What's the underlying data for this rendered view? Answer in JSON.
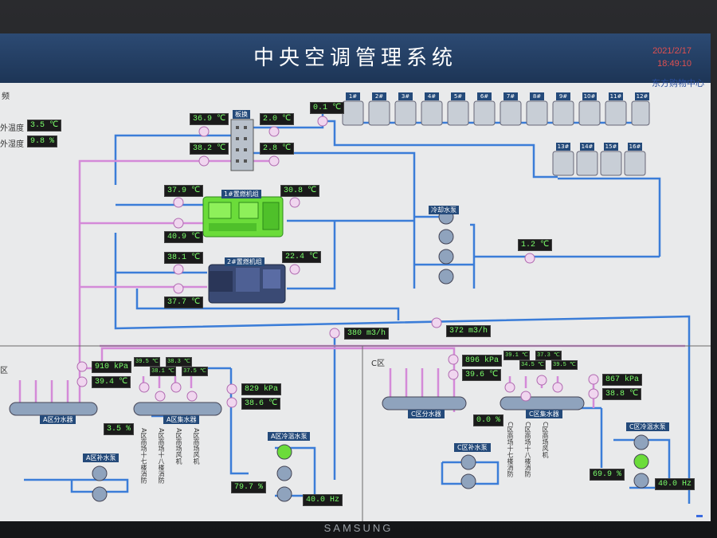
{
  "header": {
    "title": "中央空调管理系统",
    "date": "2021/2/17",
    "time": "18:49:10",
    "center": "东方购物中心"
  },
  "left_panel": {
    "heading": "频",
    "temp_label": "外温度",
    "temp_value": "3.5 ℃",
    "humidity_label": "外湿度",
    "humidity_value": "9.8 %"
  },
  "plate_exchanger": {
    "label": "板换"
  },
  "chiller1": {
    "label": "1#置燃机组"
  },
  "chiller2": {
    "label": "2#置燃机组"
  },
  "cooling_pump_group": {
    "label": "冷却水泵"
  },
  "towers": [
    "1#",
    "2#",
    "3#",
    "4#",
    "5#",
    "6#",
    "7#",
    "8#",
    "9#",
    "10#",
    "11#",
    "12#",
    "13#",
    "14#",
    "15#",
    "16#"
  ],
  "readings": {
    "plate_left_top": "36.9 ℃",
    "plate_right_top": "2.0 ℃",
    "plate_left_bottom": "38.2 ℃",
    "plate_right_bottom": "2.8 ℃",
    "tower_temp": "0.1 ℃",
    "chiller1_left": "37.9 ℃",
    "chiller1_right": "30.8 ℃",
    "chiller1_bottom": "40.9 ℃",
    "chiller2_left": "38.1 ℃",
    "chiller2_right": "22.4 ℃",
    "chiller2_bottom": "37.7 ℃",
    "cooling_return": "1.2 ℃",
    "flow_left": "380 m3/h",
    "flow_right": "372 m3/h"
  },
  "zone_a": {
    "label": "区",
    "pressure": "910 kPa",
    "temp": "39.4 ℃",
    "distributor": "A区分水器",
    "collector": "A区集水器",
    "collector_temps": [
      "39.5 ℃",
      "38.1 ℃",
      "38.3 ℃",
      "37.5 ℃"
    ],
    "supply_pressure": "829 kPa",
    "supply_temp": "38.6 ℃",
    "valve": "3.5 %",
    "branches": [
      "A区商场十七楼消防",
      "A区商场十八楼消防",
      "A区商场风机",
      "A区商场风机"
    ],
    "makeup_pump": "A区补水泵",
    "cold_pump": "A区冷温水泵",
    "pump_pct": "79.7 %",
    "freq": "40.0 Hz"
  },
  "zone_c": {
    "label": "C区",
    "pressure": "896 kPa",
    "temp": "39.6 ℃",
    "distributor": "C区分水器",
    "collector": "C区集水器",
    "collector_temps": [
      "39.1 ℃",
      "34.5 ℃",
      "37.3 ℃",
      "39.5 ℃"
    ],
    "supply_pressure": "867 kPa",
    "supply_temp": "38.8 ℃",
    "valve": "0.0 %",
    "branches": [
      "C区商场十七楼消防",
      "C区商场十八楼消防",
      "C区商场风机"
    ],
    "makeup_pump": "C区补水泵",
    "cold_pump": "C区冷温水泵",
    "pump_pct": "69.9 %",
    "freq": "40.0 Hz"
  },
  "brand": "SAMSUNG",
  "colors": {
    "supply_pipe": "#3b7dd8",
    "return_pipe": "#d48ad8",
    "lcd_text": "#7bff6b",
    "title_bar": "#1d3556"
  }
}
